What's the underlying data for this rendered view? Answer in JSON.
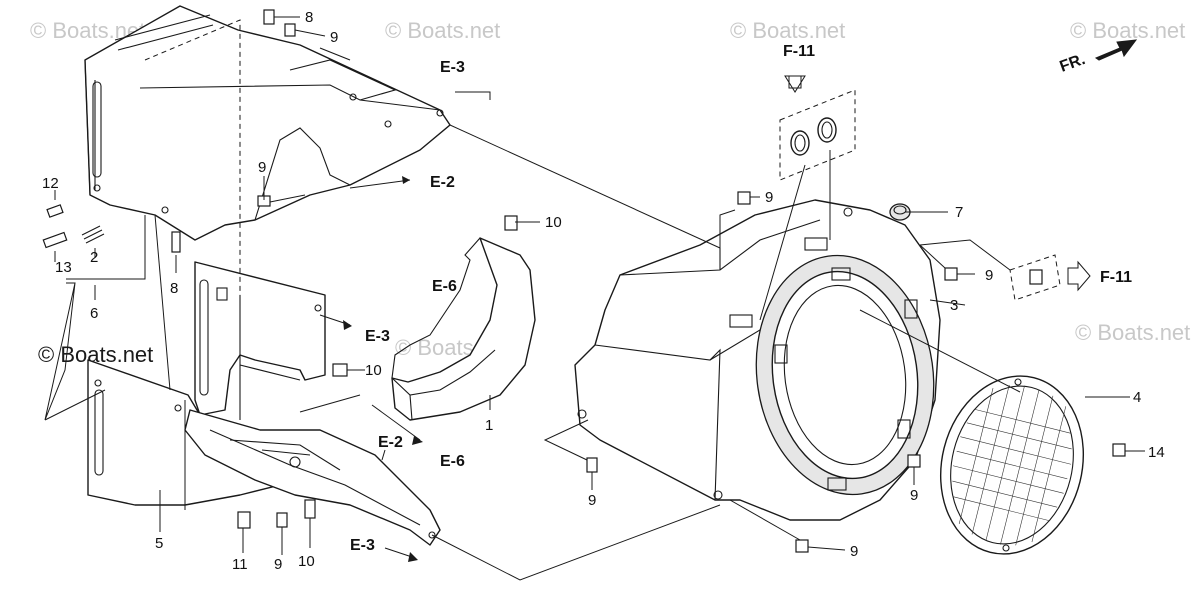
{
  "watermark": "© Boats.net",
  "direction_label": "FR.",
  "part_numbers": {
    "n1": "1",
    "n2": "2",
    "n3": "3",
    "n4": "4",
    "n5": "5",
    "n6": "6",
    "n7": "7",
    "n8a": "8",
    "n8b": "8",
    "n9a": "9",
    "n9b": "9",
    "n9c": "9",
    "n9d": "9",
    "n9e": "9",
    "n9f": "9",
    "n9g": "9",
    "n9h": "9",
    "n10a": "10",
    "n10b": "10",
    "n10c": "10",
    "n11": "11",
    "n12": "12",
    "n13": "13",
    "n14": "14"
  },
  "section_refs": {
    "e3a": "E-3",
    "e3b": "E-3",
    "e3c": "E-3",
    "e2a": "E-2",
    "e2b": "E-2",
    "e6a": "E-6",
    "e6b": "E-6",
    "f11a": "F-11",
    "f11b": "F-11"
  },
  "colors": {
    "line": "#1a1a1a",
    "watermark": "#c8c8c8",
    "background": "#ffffff"
  }
}
